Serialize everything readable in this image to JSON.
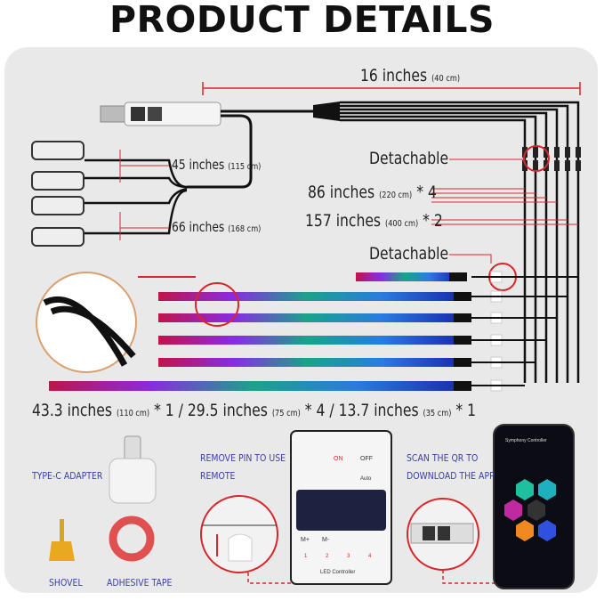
{
  "title": "PRODUCT DETAILS",
  "dimensions": {
    "main_cable": {
      "value": "16 inches",
      "metric": "(40 cm)"
    },
    "cable_45": {
      "value": "45 inches",
      "metric": "(115 cm)"
    },
    "cable_66": {
      "value": "66 inches",
      "metric": "(168 cm)"
    },
    "detachable_top": "Detachable",
    "cable_86": {
      "value": "86 inches",
      "metric": "(220 cm)",
      "qty": "* 4"
    },
    "cable_157": {
      "value": "157 inches",
      "metric": "(400 cm)",
      "qty": "* 2"
    },
    "detachable_bottom": "Detachable",
    "strips": [
      {
        "value": "43.3 inches",
        "metric": "(110 cm)",
        "qty": "* 1 /"
      },
      {
        "value": "29.5 inches",
        "metric": "(75 cm)",
        "qty": "* 4 /"
      },
      {
        "value": "13.7 inches",
        "metric": "(35 cm)",
        "qty": "* 1"
      }
    ]
  },
  "accessories": {
    "adapter": "TYPE-C ADAPTER",
    "shovel": "SHOVEL",
    "tape": "ADHESIVE TAPE",
    "remote_note": [
      "REMOVE PIN TO USE",
      "REMOTE"
    ],
    "remote_label": "LED Controller",
    "remote_buttons": [
      "ON",
      "OFF",
      "Auto",
      "M+",
      "M-",
      "1",
      "2",
      "3",
      "4"
    ],
    "app_note": [
      "SCAN THE QR TO",
      "DOWNLOAD THE APP"
    ],
    "app_title": "Symphony Controller"
  },
  "colors": {
    "accent_red": "#d9262b",
    "label_blue": "#3b3fa8",
    "panel": "#e9e9e9"
  }
}
